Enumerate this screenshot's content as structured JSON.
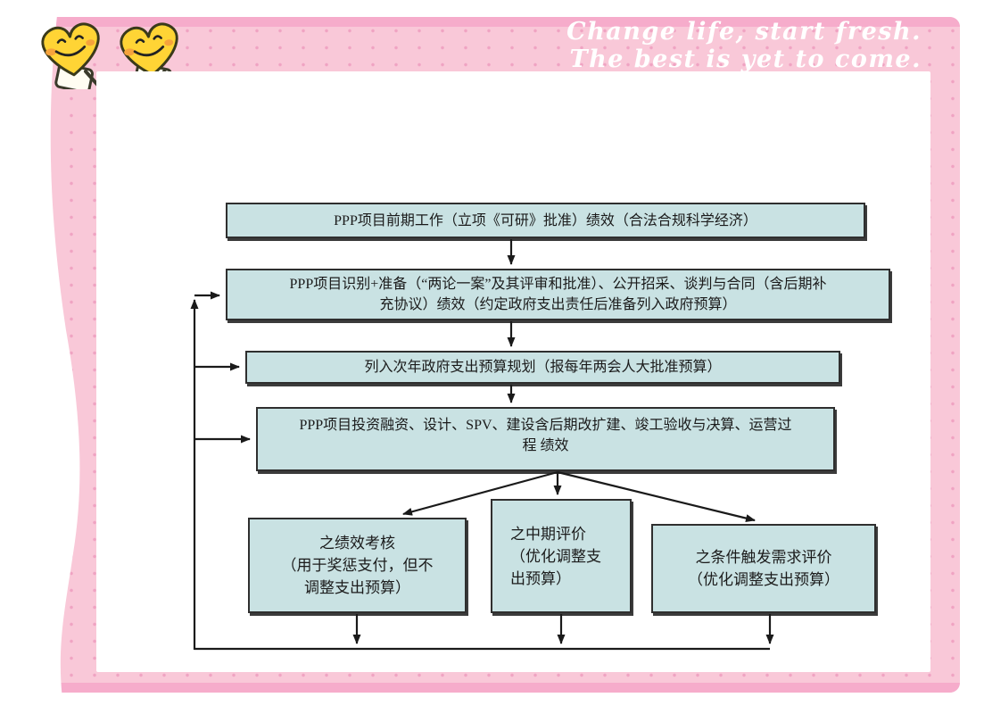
{
  "slide": {
    "motto": {
      "line1": "Change life, start fresh.",
      "line2": "The best is yet to come."
    }
  },
  "colors": {
    "backdrop_pink": "#F9C8D8",
    "dot_pink": "#EFA3C2",
    "edge_strip_pink": "#F6ACCB",
    "panel_white": "#FFFFFF",
    "box_fill": "#C9E2E3",
    "box_border": "#2F2F2F",
    "arrow_black": "#1A1A1A",
    "motto_white": "#FFFFFF",
    "mascot_yellow": "#FFD435",
    "mascot_blush_orange": "#F6A33C"
  },
  "flowchart": {
    "boxes": [
      {
        "name": "preliminary-work",
        "text": "PPP项目前期工作（立项《可研》批准）绩效（合法合规科学经济）"
      },
      {
        "name": "identification-preparation",
        "text": "PPP项目识别+准备（“两论一案”及其评审和批准）、公开招采、谈判与合同（含后期补\n充协议）绩效（约定政府支出责任后准备列入政府预算）"
      },
      {
        "name": "annual-budget-plan",
        "text": "列入次年政府支出预算规划（报每年两会人大批准预算）"
      },
      {
        "name": "implementation-process",
        "text": "PPP项目投资融资、设计、SPV、建设含后期改扩建、竣工验收与决算、运营过\n程  绩效"
      },
      {
        "name": "performance-assessment",
        "text": "之绩效考核\n（用于奖惩支付，但不\n调整支出预算）"
      },
      {
        "name": "midterm-evaluation",
        "text": "之中期评价\n（优化调整支\n出预算）"
      },
      {
        "name": "condition-triggered-evaluation",
        "text": "之条件触发需求评价\n（优化调整支出预算）"
      }
    ]
  },
  "icons": [
    {
      "name": "heart-smiley-mascot",
      "count": 2
    }
  ]
}
